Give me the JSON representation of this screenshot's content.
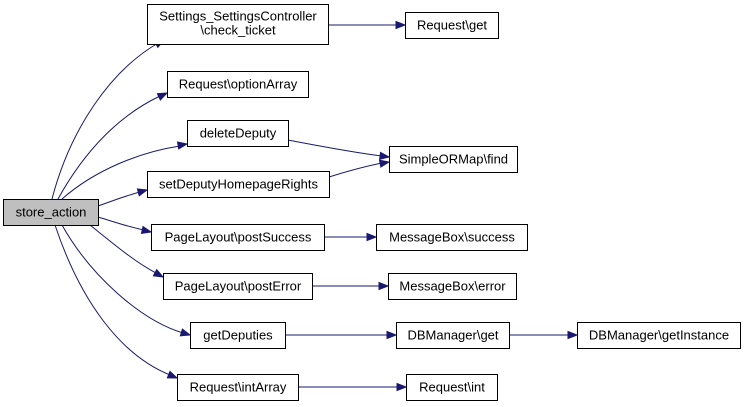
{
  "diagram": {
    "nodes": [
      {
        "id": "store_action",
        "label": "store_action",
        "root": true
      },
      {
        "id": "check_ticket",
        "lines": [
          "Settings_SettingsController",
          "\\check_ticket"
        ]
      },
      {
        "id": "req_get",
        "label": "Request\\get"
      },
      {
        "id": "optionArray",
        "label": "Request\\optionArray"
      },
      {
        "id": "deleteDeputy",
        "label": "deleteDeputy"
      },
      {
        "id": "find",
        "label": "SimpleORMap\\find"
      },
      {
        "id": "setRights",
        "label": "setDeputyHomepageRights"
      },
      {
        "id": "postSuccess",
        "label": "PageLayout\\postSuccess"
      },
      {
        "id": "mbSuccess",
        "label": "MessageBox\\success"
      },
      {
        "id": "postError",
        "label": "PageLayout\\postError"
      },
      {
        "id": "mbError",
        "label": "MessageBox\\error"
      },
      {
        "id": "getDeputies",
        "label": "getDeputies"
      },
      {
        "id": "dbGet",
        "label": "DBManager\\get"
      },
      {
        "id": "dbInstance",
        "label": "DBManager\\getInstance"
      },
      {
        "id": "intArray",
        "label": "Request\\intArray"
      },
      {
        "id": "reqInt",
        "label": "Request\\int"
      }
    ],
    "edges": [
      {
        "from": "store_action",
        "to": "check_ticket"
      },
      {
        "from": "store_action",
        "to": "optionArray"
      },
      {
        "from": "store_action",
        "to": "deleteDeputy"
      },
      {
        "from": "store_action",
        "to": "setRights"
      },
      {
        "from": "store_action",
        "to": "postSuccess"
      },
      {
        "from": "store_action",
        "to": "postError"
      },
      {
        "from": "store_action",
        "to": "getDeputies"
      },
      {
        "from": "store_action",
        "to": "intArray"
      },
      {
        "from": "check_ticket",
        "to": "req_get"
      },
      {
        "from": "deleteDeputy",
        "to": "find"
      },
      {
        "from": "setRights",
        "to": "find"
      },
      {
        "from": "postSuccess",
        "to": "mbSuccess"
      },
      {
        "from": "postError",
        "to": "mbError"
      },
      {
        "from": "getDeputies",
        "to": "dbGet"
      },
      {
        "from": "dbGet",
        "to": "dbInstance"
      },
      {
        "from": "intArray",
        "to": "reqInt"
      }
    ]
  }
}
